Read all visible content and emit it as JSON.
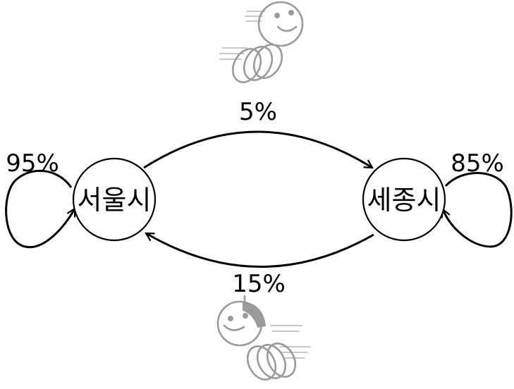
{
  "diagram": {
    "type": "state-transition",
    "states": [
      {
        "id": "seoul",
        "label": "서울시"
      },
      {
        "id": "sejong",
        "label": "세종시"
      }
    ],
    "transitions": [
      {
        "from": "seoul",
        "to": "seoul",
        "label": "95%",
        "probability": 0.95
      },
      {
        "from": "seoul",
        "to": "sejong",
        "label": "5%",
        "probability": 0.05
      },
      {
        "from": "sejong",
        "to": "seoul",
        "label": "15%",
        "probability": 0.15
      },
      {
        "from": "sejong",
        "to": "sejong",
        "label": "85%",
        "probability": 0.85
      }
    ],
    "illustrations": [
      {
        "icon": "running-figure-icon",
        "direction": "toward-sejong"
      },
      {
        "icon": "running-figure-icon",
        "direction": "toward-seoul"
      }
    ],
    "colors": {
      "ink": "#000000",
      "illustration": "#9a9a9a"
    }
  }
}
